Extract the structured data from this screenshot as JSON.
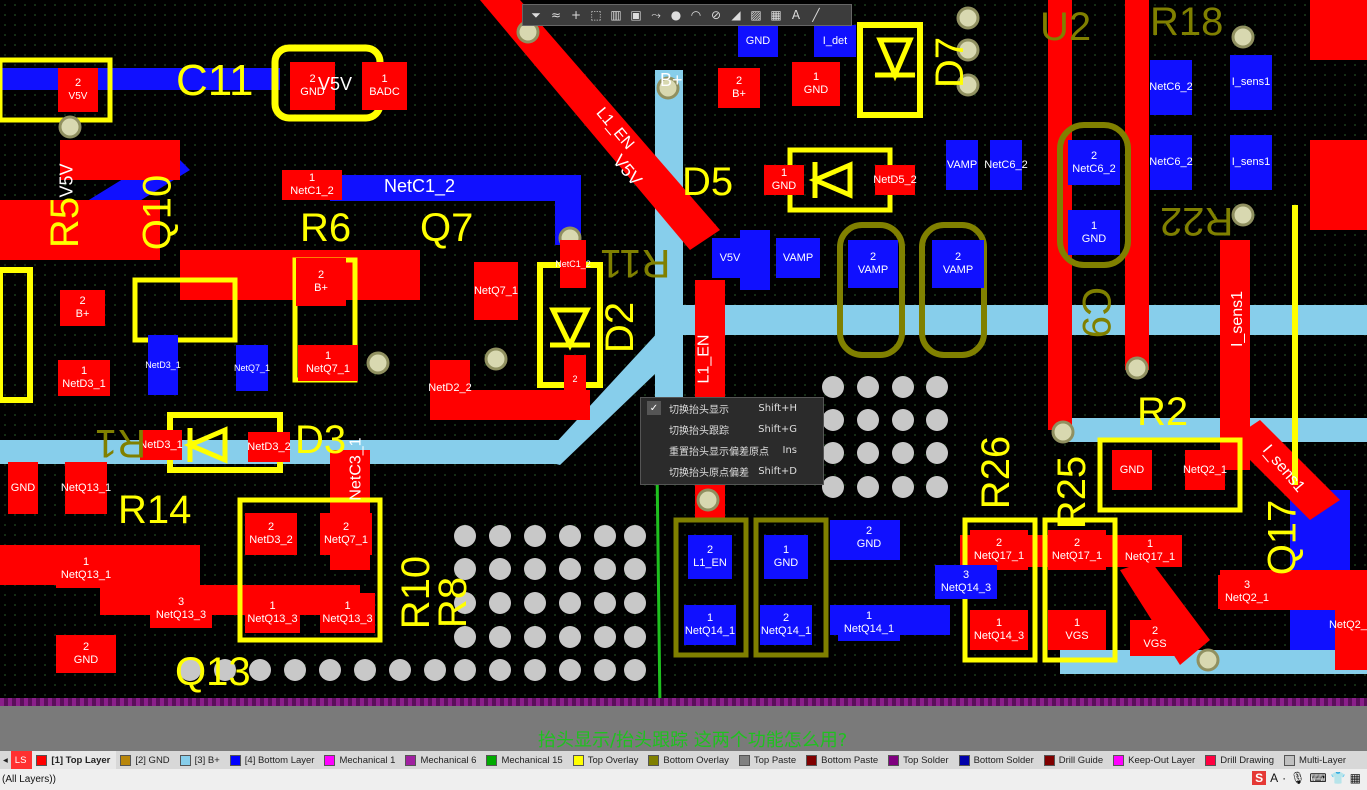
{
  "canvas": {
    "designators": {
      "c11": "C11",
      "r6": "R6",
      "q7": "Q7",
      "r5": "R5",
      "q10": "Q10",
      "d5": "D5",
      "d2": "D2",
      "r11": "R11",
      "d3": "D3",
      "r14": "R14",
      "r10": "R10",
      "q13": "Q13",
      "r2": "R2",
      "r25": "R25",
      "r26": "R26",
      "q17": "Q17",
      "u2": "U2",
      "r18": "R18",
      "d7": "D7",
      "c9": "C9",
      "r22": "R22",
      "r8": "R8",
      "r1": "R1"
    },
    "nets": {
      "netc1_2": "NetC1_2",
      "netc1_2b": "NetC1_2",
      "v5v": "V5V",
      "l1_en": "L1_EN",
      "b_plus": "B+",
      "gnd": "GND",
      "vamp": "VAMP",
      "l_sens1": "I_sens1",
      "i_det": "I_det",
      "netc6_2": "NetC6_2",
      "vgs": "VGS",
      "badc": "BADC",
      "netq7_1": "NetQ7_1",
      "netd3_1": "NetD3_1",
      "netd3_2": "NetD3_2",
      "netq13_1": "NetQ13_1",
      "netq13_3": "NetQ13_3",
      "netq14_1": "NetQ14_1",
      "netq14_3": "NetQ14_3",
      "netq17_1": "NetQ17_1",
      "netq2_1": "NetQ2_1",
      "netd5_2": "NetD5_2",
      "netd2_2": "NetD2_2",
      "netq7_1b": "NetQ7_1",
      "netc3_1": "NetC3_1"
    }
  },
  "toolbar": {
    "icons": [
      "filter-icon",
      "route-icon",
      "plus-icon",
      "select-rect-icon",
      "chart-icon",
      "component-icon",
      "net-icon",
      "pin-icon",
      "arc-icon",
      "keepout-icon",
      "fill-icon",
      "rect-icon",
      "pad-icon",
      "text-icon",
      "line-icon"
    ]
  },
  "context_menu": {
    "items": [
      {
        "label": "切换抬头显示",
        "shortcut": "Shift+H",
        "checked": true
      },
      {
        "label": "切换抬头跟踪",
        "shortcut": "Shift+G",
        "checked": false
      },
      {
        "label": "重置抬头显示偏差原点",
        "shortcut": "Ins",
        "checked": false
      },
      {
        "label": "切换抬头原点偏差",
        "shortcut": "Shift+D",
        "checked": false
      }
    ]
  },
  "annotation": {
    "question": "抬头显示/抬头跟踪  这两个功能怎么用?"
  },
  "layers": {
    "ls_label": "LS",
    "tabs": [
      {
        "label": "[1] Top Layer",
        "color": "#ff0000",
        "active": true
      },
      {
        "label": "[2] GND",
        "color": "#b8860b"
      },
      {
        "label": "[3] B+",
        "color": "#87ceeb"
      },
      {
        "label": "[4] Bottom Layer",
        "color": "#0000ff"
      },
      {
        "label": "Mechanical 1",
        "color": "#ff00ff"
      },
      {
        "label": "Mechanical 6",
        "color": "#a020a0"
      },
      {
        "label": "Mechanical 15",
        "color": "#00aa00"
      },
      {
        "label": "Top Overlay",
        "color": "#ffff00"
      },
      {
        "label": "Bottom Overlay",
        "color": "#808000"
      },
      {
        "label": "Top Paste",
        "color": "#808080"
      },
      {
        "label": "Bottom Paste",
        "color": "#800000"
      },
      {
        "label": "Top Solder",
        "color": "#800080"
      },
      {
        "label": "Bottom Solder",
        "color": "#0000aa"
      },
      {
        "label": "Drill Guide",
        "color": "#800000"
      },
      {
        "label": "Keep-Out Layer",
        "color": "#ff00ff"
      },
      {
        "label": "Drill Drawing",
        "color": "#ff0040"
      },
      {
        "label": "Multi-Layer",
        "color": "#c0c0c0"
      }
    ]
  },
  "status": {
    "filter_text": "(All Layers))"
  }
}
